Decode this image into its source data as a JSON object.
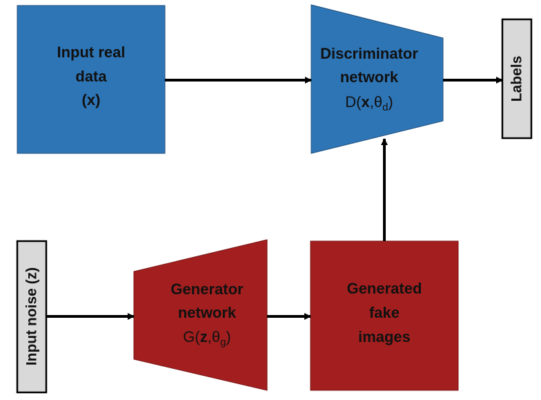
{
  "nodes": {
    "real_data": {
      "lines": [
        "Input real",
        "data",
        "(x)"
      ],
      "fill": "#2e75b6"
    },
    "discriminator": {
      "lines": [
        "Discriminator",
        "network"
      ],
      "formula": {
        "fn": "D(",
        "var": "x",
        "sep": ",θ",
        "sub": "d",
        "close": ")"
      },
      "fill": "#2e75b6"
    },
    "labels": {
      "text": "Labels",
      "fill": "#d9d9d9"
    },
    "noise": {
      "text": "Input noise (z)",
      "fill": "#d9d9d9"
    },
    "generator": {
      "lines": [
        "Generator",
        "network"
      ],
      "formula": {
        "fn": "G(",
        "var": "z",
        "sep": ",θ",
        "sub": "g",
        "close": ")"
      },
      "fill": "#a31f1f"
    },
    "fake_images": {
      "lines": [
        "Generated",
        "fake",
        "images"
      ],
      "fill": "#a31f1f"
    }
  },
  "edges": [
    {
      "from": "real_data",
      "to": "discriminator"
    },
    {
      "from": "discriminator",
      "to": "labels"
    },
    {
      "from": "noise",
      "to": "generator"
    },
    {
      "from": "generator",
      "to": "fake_images"
    },
    {
      "from": "fake_images",
      "to": "discriminator"
    }
  ]
}
